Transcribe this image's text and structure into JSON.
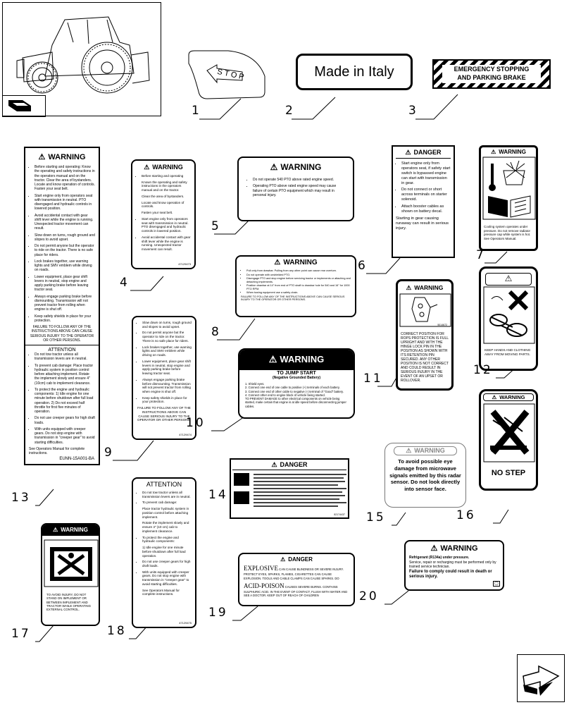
{
  "callouts": [
    "1",
    "2",
    "3",
    "4",
    "5",
    "6",
    "7",
    "8",
    "9",
    "10",
    "11",
    "12",
    "13",
    "14",
    "15",
    "16",
    "17",
    "18",
    "19",
    "20"
  ],
  "decal_1": {
    "text": "STOP"
  },
  "decal_2": {
    "text": "Made in Italy"
  },
  "decal_3": {
    "line1": "EMERGENCY STOPPING",
    "line2": "AND PARKING BRAKE"
  },
  "decal_4": {
    "title": "WARNING",
    "items": [
      "Before starting and operating",
      "Known the operating and safety instructions in the operators manual and on the tractor.",
      "Clean the area of bystanders.",
      "Locate and know operation of controls.",
      "Fasten your seat belt.",
      "Start engine only from operators seat with transmission in neutral. PTO disengaged and hydraulic controls in lowered position.",
      "Avoid accidental contact with gear shift lever while the engine is running. Unexpected tractor movement can result."
    ],
    "code": "47129473"
  },
  "decal_5": {
    "title": "WARNING",
    "items": [
      "Do not operate 540 PTO above rated engine speed.",
      "Operating PTO above rated engine speed may cause failure of certain PTO equipment which may result in personal injury."
    ]
  },
  "decal_6": {
    "title": "DANGER",
    "items": [
      "Start engine only from operators seat, if safety start switch is bypassed engine can start with transmission in gear.",
      "Do not connect or short across terminals on starter solenoid.",
      "Attach booster cables as shown on battery decal."
    ],
    "footer": "Starting in gear causing runaway can result in serious injury."
  },
  "decal_7": {
    "title": "WARNING",
    "caption": "Cooling system operates under pressure. Do not remove radiator pressure cap while system is hot. See Operators Manual."
  },
  "decal_8": {
    "title": "WARNING",
    "items": [
      "Pull only from drawbar. Pulling from any other point can cause rear overturn.",
      "Do not operate with unshielded PTO.",
      "Disengage PTO and stop engine before servicing tractor or implements or attaching and detaching implements.",
      "Position drawbar at 14\" from end of PTO shaft to drawbar hole for 540 and 16\" for 1000 PTO RPM.",
      "When towing equipment use a safety chain."
    ],
    "footer": "FAILURE TO FOLLOW ANY OF THE INSTRUCTIONS ABOVE CAN CAUSE SERIOUS INJURY TO THE OPERATOR OR OTHER PERSONS."
  },
  "decal_9": {
    "items": [
      "Slow down on turns, rough ground and slopes to avoid upset.",
      "Do not permit anyone but the operator to ride on the tractor. There is no safe place for riders.",
      "Lock brakes together, use warning lights and SMV emblem while driving on roads.",
      "Lower equipment, place gear shift levers in neutral, stop engine and apply parking brake before leaving tractor seat.",
      "Always engage parking brake before dismounting. Transmission will not prevent tractor from rolling when engine is shut off.",
      "Keep safety shields in place for your protection."
    ],
    "footer": "FAILURE TO FOLLOW ANY OF THE INSTRUCTIONS ABOVE CAN CAUSE SERIOUS INJURY TO THE OPERATOR OR OTHER PERSONS.",
    "code": "47129474"
  },
  "decal_10": {
    "title": "WARNING",
    "subtitle": "TO JUMP START",
    "subtitle2": "(Negative Grounded Battery)",
    "items": [
      "1. Shield eyes.",
      "2. Connect one end of one cable to positive (+) terminals of each battery.",
      "3. Connect one end of other cable to negative (-) terminal of \"Good\" battery.",
      "4. Connect other end to engine block of vehicle being started."
    ],
    "footer": "TO PREVENT DAMAGE to other electrical components on vehicle being started, make certain that engine is at idle speed before disconnecting jumper cables."
  },
  "decal_11": {
    "title": "WARNING",
    "code": "5014672",
    "caption": "CORRECT POSITION FOR ROPS PROTECTION IS FULL UPRIGHT AND WITH THE HINGE LOCK PIN IN THE POSITION AS SHOWN WITH ITS RETENTION PIN SECURED. ANY OTHER POSITION IS NOT CORRECT AND COULD RESULT IN SERIOUS INJURY IN THE EVENT OF AN UPSET OR ROLLOVER."
  },
  "decal_12": {
    "caption": "KEEP HANDS AND CLOTHING AWAY FROM MOVING PARTS."
  },
  "decal_13": {
    "title": "WARNING",
    "items": [
      "Before starting and operating: Know the operating and safety instructions in the operators manual and on the tractor. Clear the area of bystanders. Locate and know operation of controls. Fasten your seat belt.",
      "Start engine only from operators seat with transmission in neutral. PTO disengaged and hydraulic controls in lowered position.",
      "Avoid accidental contact with gear shift lever while the engine is running. Unexpected tractor movement can result.",
      "Slow down on turns, rough ground and slopes to avoid upset.",
      "Do not permit anyone but the operator to ride on the tractor. There is no safe place for riders.",
      "Lock brakes together, use warning lights and SMV emblem while driving on roads.",
      "Lower equipment, place gear shift levers in neutral, stop engine and apply parking brake before leaving tractor seat.",
      "Always engage parking brake before dismounting. Transmission will not prevent tractor from rolling when engine is shut off.",
      "Keep safety shields in place for your protection."
    ],
    "footer": "FAILURE TO FOLLOW ANY OF THE INSTRUCTIONS ABOVE CAN CAUSE SERIOUS INJURY TO THE OPERATOR OR OTHER PERSONS.",
    "title2": "ATTENTION",
    "items2": [
      "Do not tow tractor unless all transmission levers are in neutral.",
      "To prevent cab damage: Place tractor hydraulic system in position control before attaching implement. Rotate the implement slowly and ensure 4\" (10cm) cab to implement clearance.",
      "To protect the engine and hydraulic components: 1) Idle engine for one minute before shutdown after full load operation. 2) Do not exceed half throttle for first five minutes of operation.",
      "Do not use creeper gears for high draft loads.",
      "With units equipped with creeper gears. Do not stop engine with transmission in \"creeper gear\" to avoid starting difficulties."
    ],
    "footer2": "See Operators Manual for complete instructions.",
    "code": "EUNN-15A001-BA"
  },
  "decal_14": {
    "title": "DANGER",
    "code": "82174437"
  },
  "decal_15": {
    "title": "WARNING",
    "text": "To avoid possible eye damage from microwave signals emitted by this radar sensor. Do not look directly into sensor face."
  },
  "decal_16": {
    "title": "WARNING",
    "caption": "NO STEP"
  },
  "decal_17": {
    "title": "WARNING",
    "caption": "TO AVOID INJURY, DO NOT STAND ON IMPLEMENT OR BETWEEN IMPLEMENT AND TRACTOR WHILE OPERATING EXTERNAL CONTROL."
  },
  "decal_18": {
    "title": "ATTENTION",
    "items": [
      "Do not tow tractor unless all transmission levers are in neutral.",
      "To prevent cab damage:",
      "Place tractor hydraulic system in position control before attaching implement.",
      "Rotate the implement slowly and ensure 4\" (10 cm) cab to implement clearance.",
      "To protect the engine and hydraulic components:",
      "1) Idle engine for one minute before shutdown after full load operation.",
      "Do not use creeper gears for high draft loads.",
      "With units equipped with creeper gears. Do not stop engine with transmission in \"creeper gear\" to avoid starting difficulties.",
      "See Operators Manual for complete instructions."
    ],
    "code": "47129475"
  },
  "decal_19": {
    "title": "DANGER",
    "h1": "EXPLOSIVE",
    "t1": "CAN CAUSE BLINDNESS OR SEVERE INJURY. PROTECT EYES, SPARKS, FLAMES, CIGARETTES CAN CAUSE EXPLOSION. TOOLS AND CABLE CLAMPS CAN CAUSE SPARKS. DO",
    "h2": "ACID-POISON",
    "t2": "CAUSES SEVERE BURNS. CONTAINS SULPHURIC ACID. IN THE EVENT OF CONTACT, FLUSH WITH WATER AND SEE A DOCTOR. KEEP OUT OF REACH OF CHILDREN"
  },
  "decal_20": {
    "title": "WARNING",
    "l1": "Refrigerant (R134a) under pressure.",
    "l2": "Service, repair or recharging must be performed only by trained service technician.",
    "l3": "Failure to comply could result in death or serious injury."
  }
}
